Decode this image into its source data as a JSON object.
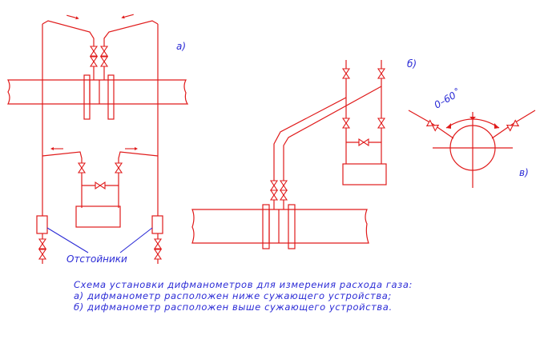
{
  "labels": {
    "a": "а)",
    "b": "б)",
    "v": "в)",
    "settlers": "Отстойники",
    "angle": "0–60˚"
  },
  "caption": {
    "line1": "Схема установки дифманометров для измерения расхода газа:",
    "line2": "а) дифманометр расположен ниже сужающего устройства;",
    "line3": "б) дифманометр расположен выше сужающего устройства."
  },
  "colors": {
    "lines": "#e01a1a",
    "annotations": "#2b2bd6",
    "background": "#ffffff"
  }
}
